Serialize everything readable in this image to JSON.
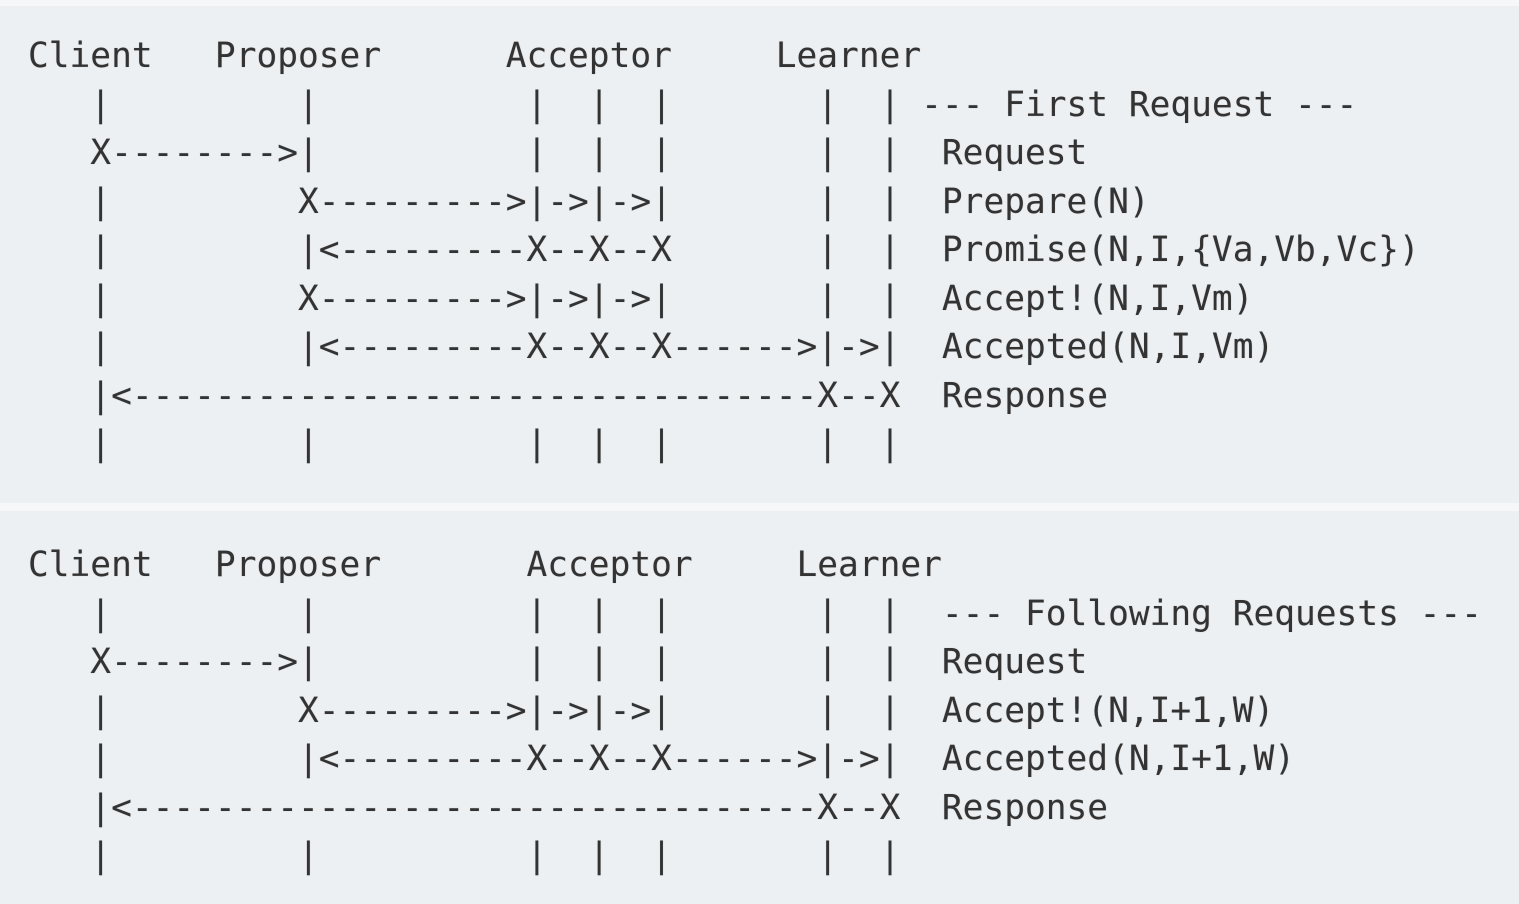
{
  "page": {
    "background_color": "#f5f7f9",
    "panel_background_color": "#edf0f3",
    "text_color": "#333333"
  },
  "participants": [
    "Client",
    "Proposer",
    "Acceptor",
    "Learner"
  ],
  "first_request": {
    "title": "--- First Request ---",
    "messages": [
      "Request",
      "Prepare(N)",
      "Promise(N,I,{Va,Vb,Vc})",
      "Accept!(N,I,Vm)",
      "Accepted(N,I,Vm)",
      "Response"
    ],
    "lines": [
      "Client   Proposer      Acceptor     Learner",
      "   |         |          |  |  |       |  | --- First Request ---",
      "   X-------->|          |  |  |       |  |  Request",
      "   |         X--------->|->|->|       |  |  Prepare(N)",
      "   |         |<---------X--X--X       |  |  Promise(N,I,{Va,Vb,Vc})",
      "   |         X--------->|->|->|       |  |  Accept!(N,I,Vm)",
      "   |         |<---------X--X--X------>|->|  Accepted(N,I,Vm)",
      "   |<---------------------------------X--X  Response",
      "   |         |          |  |  |       |  |"
    ]
  },
  "following_requests": {
    "title": "--- Following Requests ---",
    "messages": [
      "Request",
      "Accept!(N,I+1,W)",
      "Accepted(N,I+1,W)",
      "Response"
    ],
    "lines": [
      "Client   Proposer       Acceptor     Learner",
      "   |         |          |  |  |       |  |  --- Following Requests ---",
      "   X-------->|          |  |  |       |  |  Request",
      "   |         X--------->|->|->|       |  |  Accept!(N,I+1,W)",
      "   |         |<---------X--X--X------>|->|  Accepted(N,I+1,W)",
      "   |<---------------------------------X--X  Response",
      "   |         |          |  |  |       |  |"
    ]
  }
}
